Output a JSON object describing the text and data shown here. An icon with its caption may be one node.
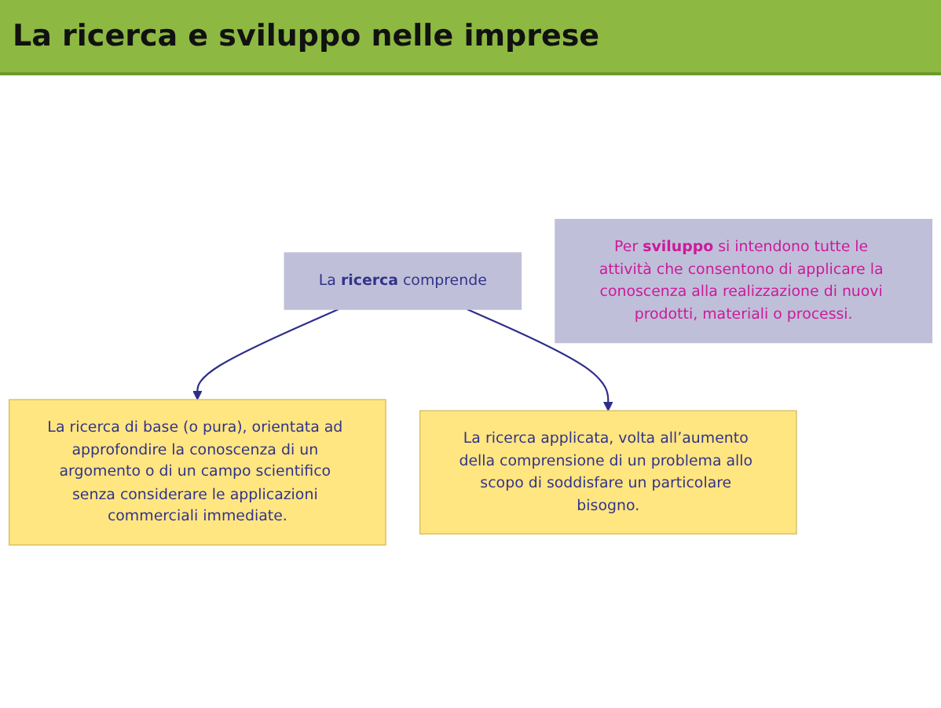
{
  "diagram": {
    "title": "La ricerca e sviluppo nelle imprese",
    "nodes": [
      {
        "text": [
          "La **ricerca** comprende"
        ]
      },
      {
        "text": [
          "La ricerca di base (o pura), orientata ad approfondire la conoscenza di un argomento o di un campo scientifico senza considerare le applicazioni commerciali immediate."
        ]
      },
      {
        "text": [
          "La ricerca applicata, volta all’aumento della comprensione di un problema allo scopo di soddisfare un particolare bisogno."
        ]
      },
      {
        "text": [
          "Per **sviluppo** si intendono tutte le attività che consentono di applicare la conoscenza alla realizzazione di nuovi prodotti, materiali o processi."
        ]
      }
    ],
    "edges": [
      {
        "from": 0,
        "to": 1,
        "arrow": "to"
      },
      {
        "from": 0,
        "to": 2,
        "arrow": "to"
      }
    ]
  }
}
